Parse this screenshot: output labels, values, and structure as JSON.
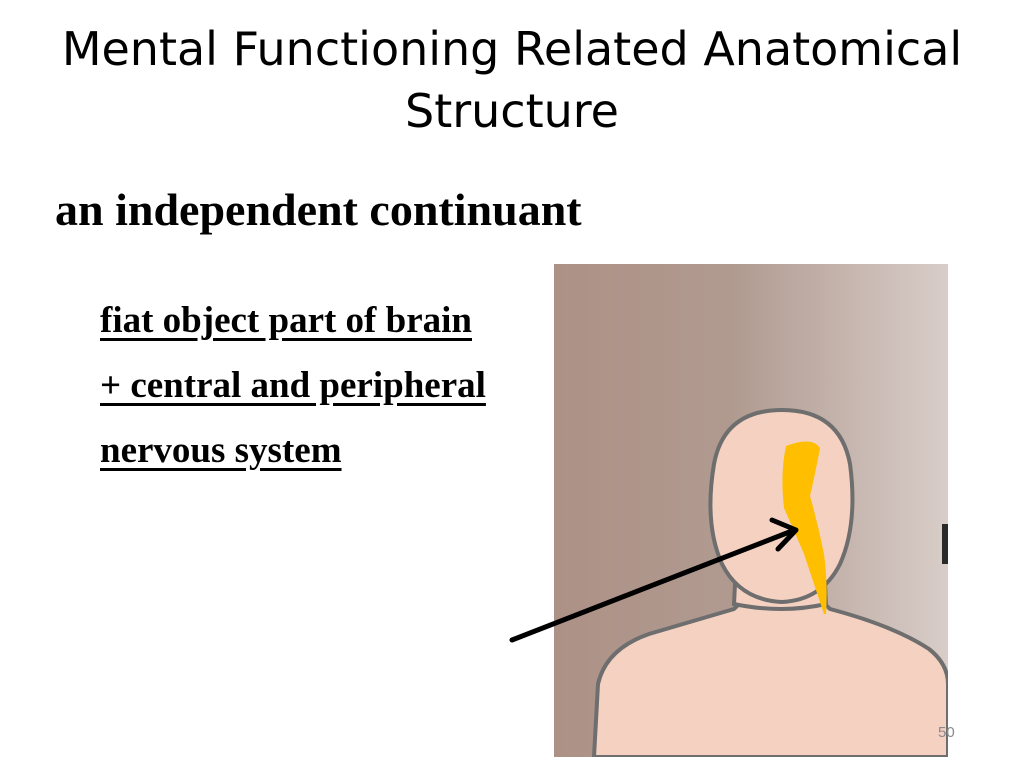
{
  "slide": {
    "title": "Mental Functioning Related Anatomical Structure",
    "subtitle": "an independent continuant",
    "body": "fiat object part of brain + central and peripheral nervous system",
    "page_number": "50"
  },
  "illustration": {
    "icon": "person-head-with-nervous-system-icon",
    "colors": {
      "background_dark": "#ad9186",
      "background_light": "#d8cdc8",
      "skin": "#f5d1c2",
      "outline": "#6e6e6e",
      "nervous_system": "#ffbe00",
      "arrow": "#000000"
    }
  }
}
